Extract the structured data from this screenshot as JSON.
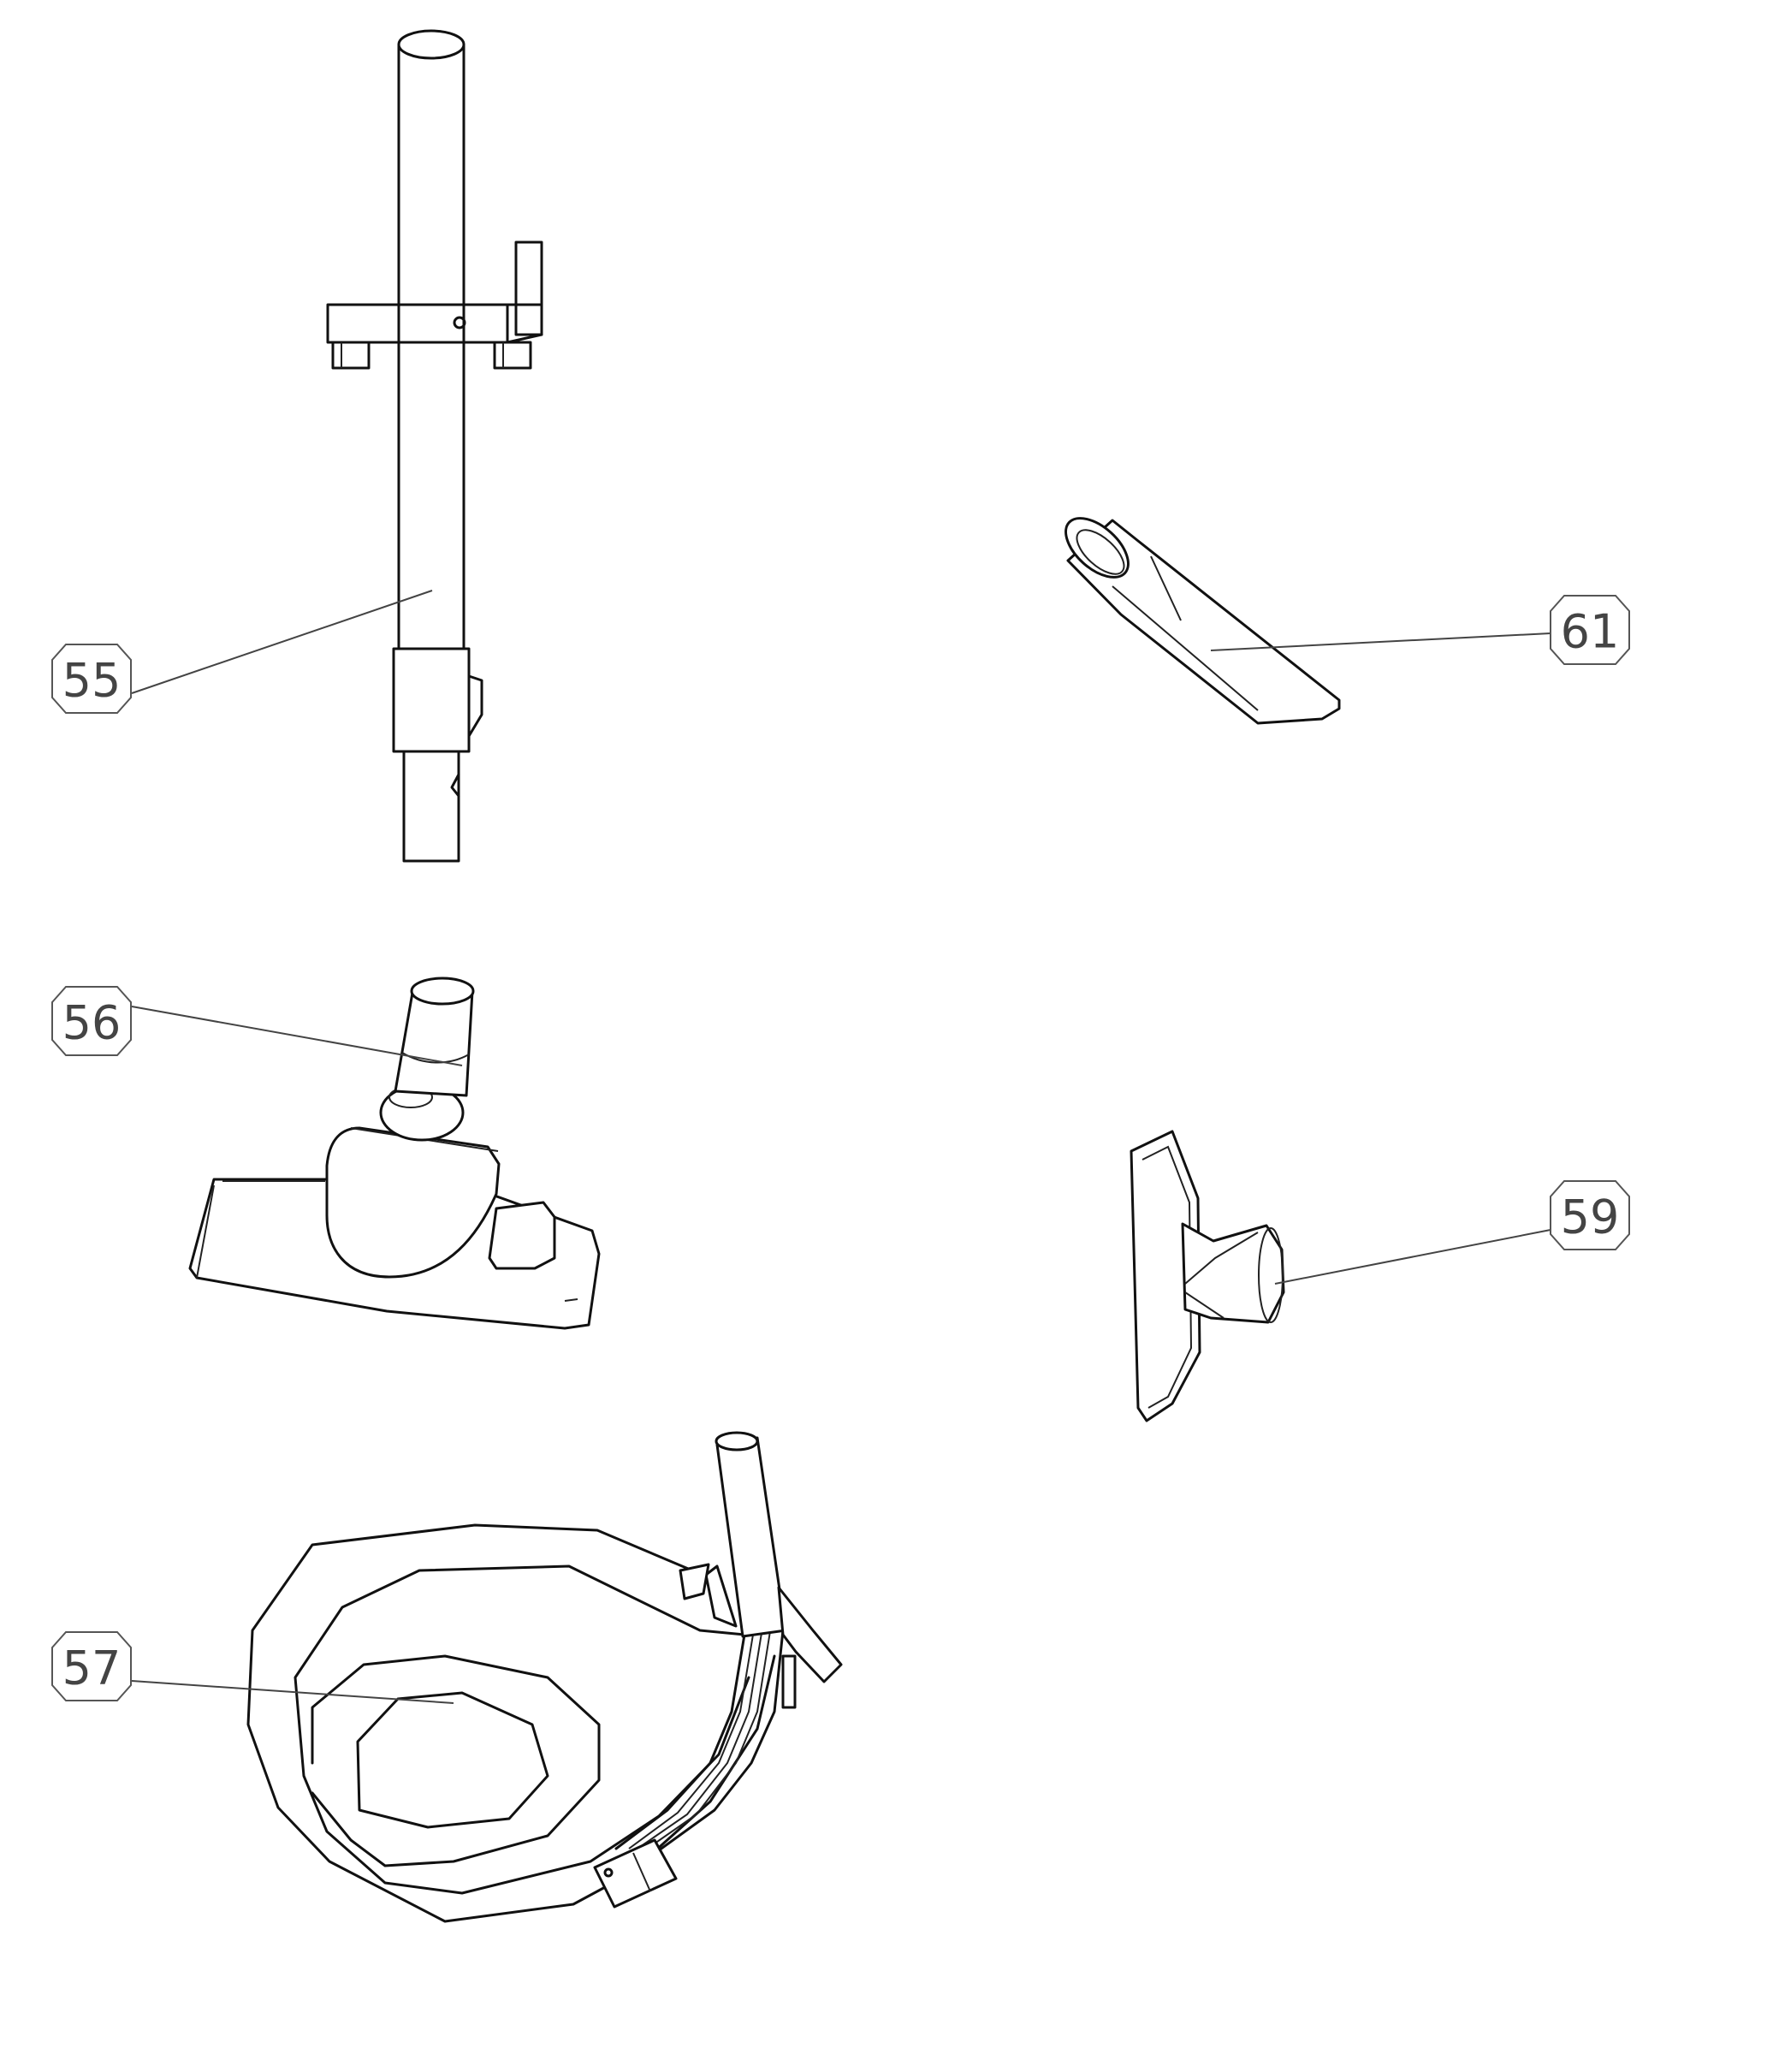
{
  "callouts": {
    "c55": "55",
    "c56": "56",
    "c57": "57",
    "c59": "59",
    "c61": "61"
  },
  "colors": {
    "line": "#111111",
    "leader": "#444444",
    "callout_text": "#444444",
    "background": "#ffffff"
  }
}
